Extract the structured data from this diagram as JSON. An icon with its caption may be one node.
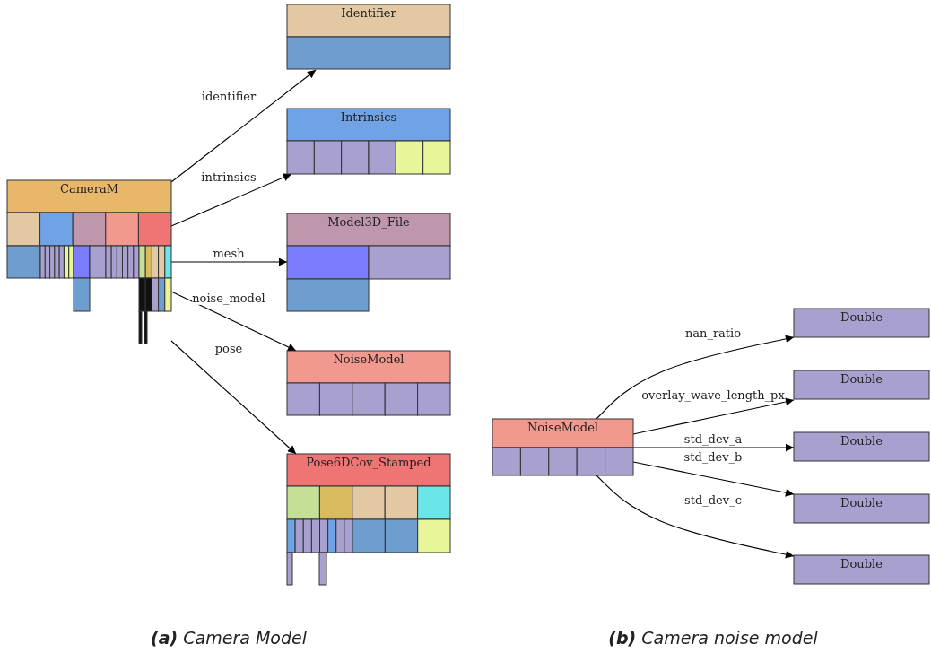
{
  "diagram": {
    "nodes": [
      {
        "text": [
          "CameraM"
        ]
      },
      {
        "text": [
          "Identifier"
        ]
      },
      {
        "text": [
          "Intrinsics"
        ]
      },
      {
        "text": [
          "Model3D_File"
        ]
      },
      {
        "text": [
          "NoiseModel"
        ]
      },
      {
        "text": [
          "Pose6DCov_Stamped"
        ]
      },
      {
        "text": [
          "NoiseModel"
        ]
      },
      {
        "text": [
          "Double"
        ]
      },
      {
        "text": [
          "Double"
        ]
      },
      {
        "text": [
          "Double"
        ]
      },
      {
        "text": [
          "Double"
        ]
      },
      {
        "text": [
          "Double"
        ]
      }
    ],
    "edges": [
      {
        "from": 0,
        "to": 1,
        "arrow": "to",
        "label": "identifier"
      },
      {
        "from": 0,
        "to": 2,
        "arrow": "to",
        "label": "intrinsics"
      },
      {
        "from": 0,
        "to": 3,
        "arrow": "to",
        "label": "mesh"
      },
      {
        "from": 0,
        "to": 4,
        "arrow": "to",
        "label": "noise_model"
      },
      {
        "from": 0,
        "to": 5,
        "arrow": "to",
        "label": "pose"
      },
      {
        "from": 6,
        "to": 7,
        "arrow": "to",
        "label": "nan_ratio"
      },
      {
        "from": 6,
        "to": 8,
        "arrow": "to",
        "label": "overlay_wave_length_px"
      },
      {
        "from": 6,
        "to": 9,
        "arrow": "to",
        "label": "std_dev_a"
      },
      {
        "from": 6,
        "to": 10,
        "arrow": "to",
        "label": "std_dev_b"
      },
      {
        "from": 6,
        "to": 11,
        "arrow": "to",
        "label": "std_dev_c"
      }
    ],
    "labels": [
      "**(a)** Camera Model",
      "**(b)** Camera noise model"
    ]
  }
}
